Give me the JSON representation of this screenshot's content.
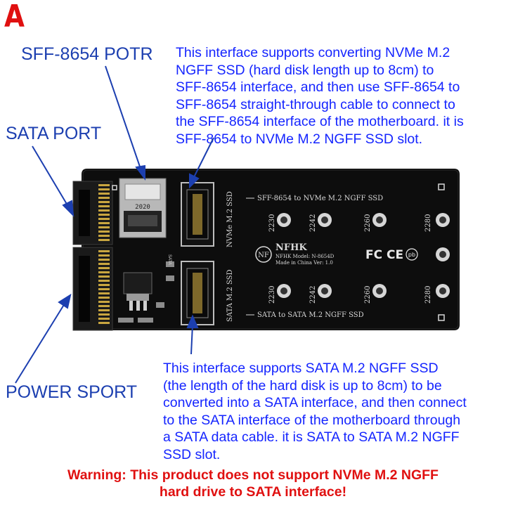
{
  "panel": {
    "letter": "A"
  },
  "labels": {
    "sff_port": "SFF-8654 POTR",
    "sata_port": "SATA PORT",
    "power_port": "POWER SPORT"
  },
  "descriptions": {
    "top": [
      "This interface supports converting NVMe M.2",
      "NGFF SSD (hard disk length up to 8cm) to",
      "SFF-8654 interface, and then use SFF-8654 to",
      "SFF-8654 straight-through cable to connect to",
      "the SFF-8654 interface of the motherboard. it is",
      "SFF-8654 to NVMe M.2 NGFF SSD slot."
    ],
    "bottom": [
      "This interface supports SATA M.2 NGFF SSD",
      "(the length of the hard disk is up to 8cm) to be",
      "converted into a SATA interface, and then connect",
      "to the SATA interface of the motherboard through",
      "a SATA data cable. it is SATA to SATA M.2 NGFF",
      "SSD slot."
    ]
  },
  "warning": [
    "Warning: This product does not support NVMe M.2 NGFF",
    "hard drive to SATA interface!"
  ],
  "board": {
    "top_slot_label": "SFF-8654 to NVMe M.2 NGFF SSD",
    "bottom_slot_label": "SATA to SATA M.2 NGFF SSD",
    "nvme_side_label": "NVMe M.2 SSD",
    "sata_side_label": "SATA M.2 SSD",
    "sata_small": "SATA",
    "connector_mark": "2020",
    "lengths": [
      "2230",
      "2242",
      "2260",
      "2280"
    ],
    "brand": "NFHK",
    "model_line": "NFHK Model: N-8654D",
    "made_line": "Made in China Ver: 1.0",
    "cert_marks": "FC CE",
    "pb_mark": "pb"
  },
  "colors": {
    "label_blue": "#1c3fb0",
    "text_blue": "#1525ff",
    "warning_red": "#e01010",
    "board": "#0d0d0d"
  }
}
